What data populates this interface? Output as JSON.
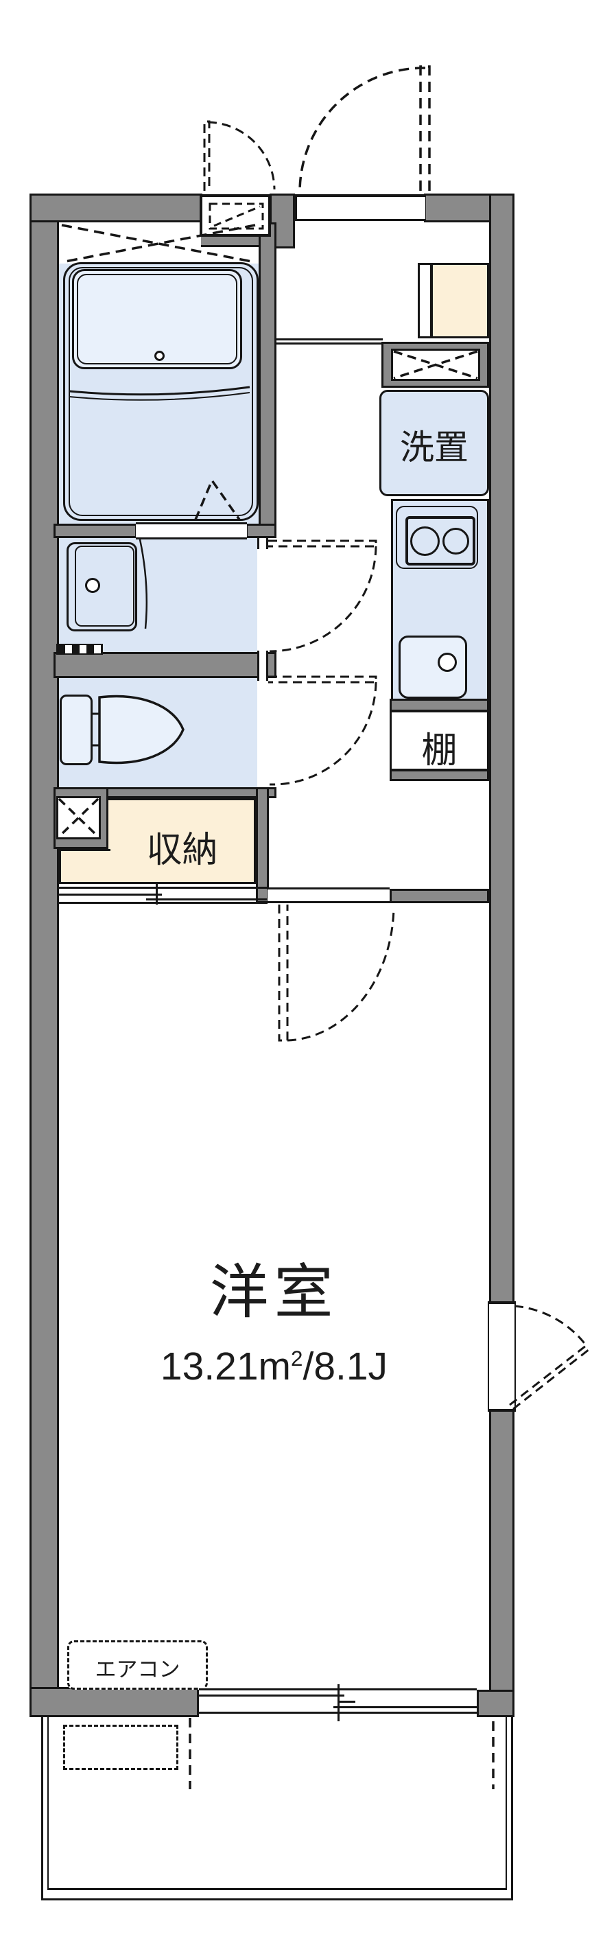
{
  "title": "apartment-floor-plan",
  "rooms": {
    "washer_label": "洗置",
    "shelf_label": "棚",
    "storage_label": "収納",
    "main_room_label": "洋室",
    "main_room_area_prefix": "13.21m",
    "main_room_area_sup": "2",
    "main_room_area_suffix": "/8.1J",
    "aircon_label": "エアコン"
  },
  "colors": {
    "wall": "#8a8a8a",
    "line": "#161616",
    "fixture": "#dbe6f5",
    "fixture-light": "#e9f1fb",
    "cream": "#fcf0d8"
  }
}
